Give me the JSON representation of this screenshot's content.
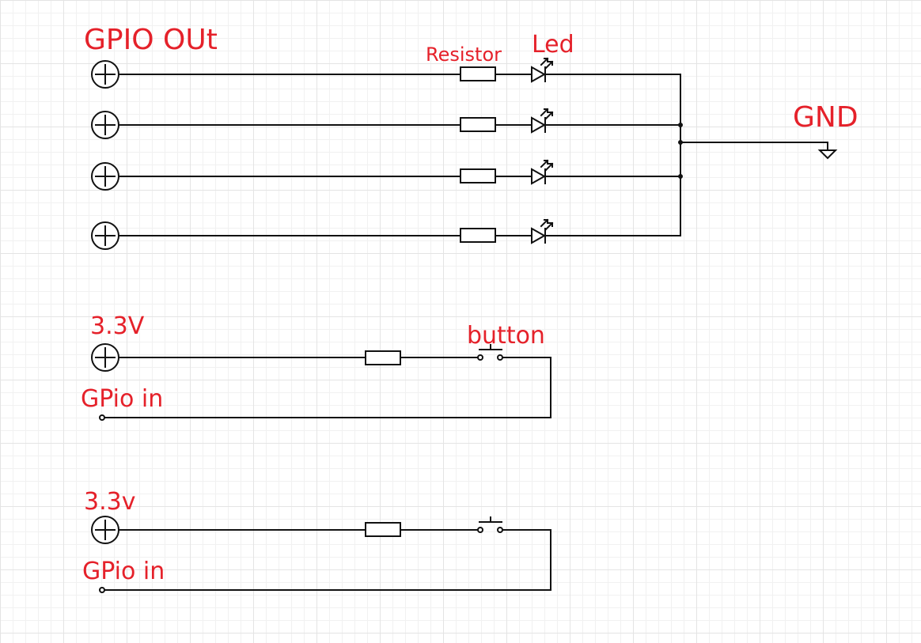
{
  "labels": {
    "gpio_out": "GPIO OUt",
    "resistor": "Resistor",
    "led": "Led",
    "gnd": "GND",
    "v33_top": "3.3V",
    "button": "button",
    "gpio_in_top": "GPio in",
    "v33_bottom": "3.3v",
    "gpio_in_bottom": "GPio in"
  },
  "colors": {
    "label": "#e5212a",
    "wire": "#111111"
  }
}
